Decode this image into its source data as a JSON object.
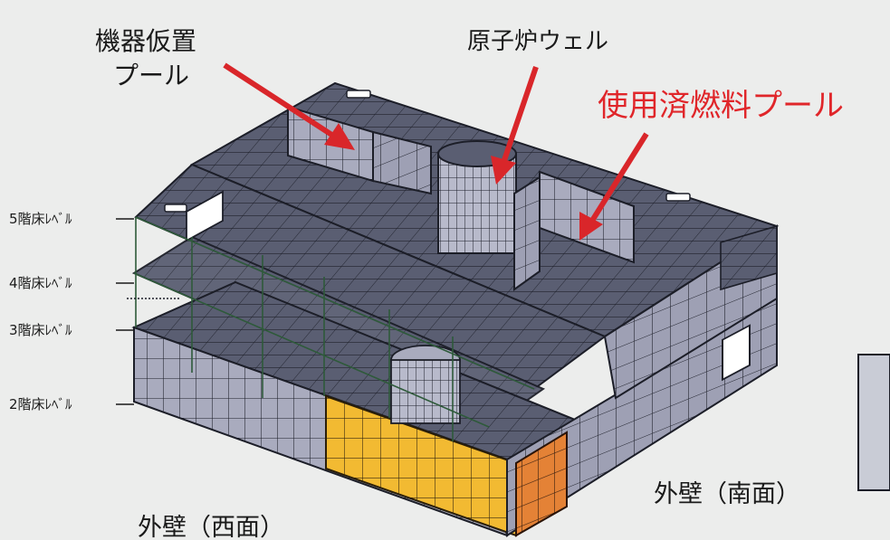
{
  "labels": {
    "equipment_pool_line1": "機器仮置",
    "equipment_pool_line2": "プール",
    "reactor_well": "原子炉ウェル",
    "spent_fuel_pool": "使用済燃料プール",
    "floor5": "5階床ﾚﾍﾞﾙ",
    "floor4": "4階床ﾚﾍﾞﾙ",
    "floor3": "3階床ﾚﾍﾞﾙ",
    "floor2": "2階床ﾚﾍﾞﾙ",
    "west_wall": "外壁（西面）",
    "south_wall": "外壁（南面）"
  },
  "colors": {
    "background": "#ecedec",
    "mesh_fill": "#5a5e72",
    "mesh_side": "#a9abbe",
    "mesh_line": "#1c1e28",
    "highlight_yellow": "#f2ba32",
    "highlight_orange": "#e48236",
    "arrow_red": "#d9262a",
    "accent_red_text": "#e0262a",
    "frame_green": "#2e5a3a",
    "text": "#1a1a1a"
  }
}
